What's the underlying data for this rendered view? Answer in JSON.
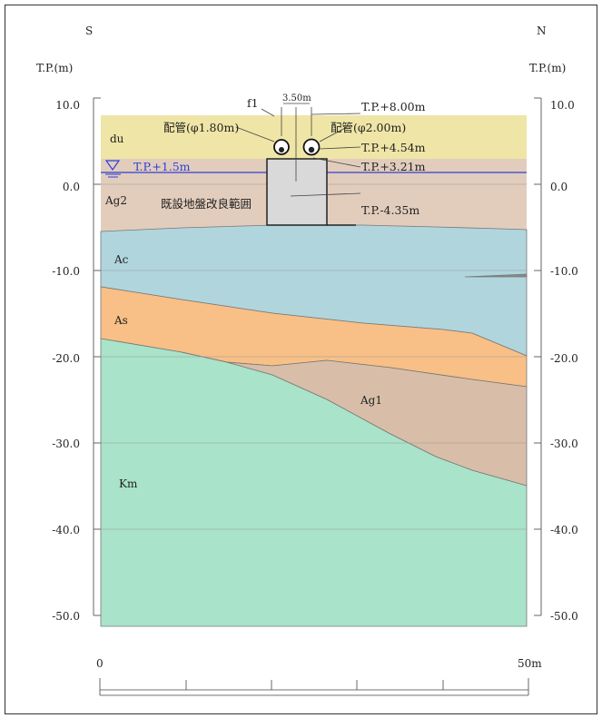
{
  "header": {
    "left_dir": "S",
    "right_dir": "N",
    "left_unit": "T.P.(m)",
    "right_unit": "T.P.(m)"
  },
  "axis": {
    "left_ticks": [
      "10.0",
      "0.0",
      "-10.0",
      "-20.0",
      "-30.0",
      "-40.0",
      "-50.0"
    ],
    "right_ticks": [
      "10.0",
      "0.0",
      "-10.0",
      "-20.0",
      "-30.0",
      "-40.0",
      "-50.0"
    ]
  },
  "layers": {
    "du": "du",
    "ag2": "Ag2",
    "ac": "Ac",
    "as": "As",
    "ag1": "Ag1",
    "km": "Km"
  },
  "annotations": {
    "f1": "f1",
    "width": "3.50m",
    "pipe_left": "配管(φ1.80m)",
    "pipe_right": "配管(φ2.00m)",
    "tp_top": "T.P.+8.00m",
    "tp_454": "T.P.+4.54m",
    "tp_321": "T.P.+3.21m",
    "tp_bottom": "T.P.-4.35m",
    "water_level": "T.P.+1.5m",
    "improvement_zone": "既設地盤改良範囲"
  },
  "scale_bar": {
    "start": "0",
    "end": "50m"
  },
  "colors": {
    "du": "#efe5a6",
    "ag2": "#e2cdbd",
    "ac": "#b0d5dd",
    "as": "#f8bf86",
    "ag1": "#d8bea8",
    "km": "#a9e3c9",
    "water_line": "#2f3fd6",
    "improvement_box": "#d9d9d9"
  }
}
